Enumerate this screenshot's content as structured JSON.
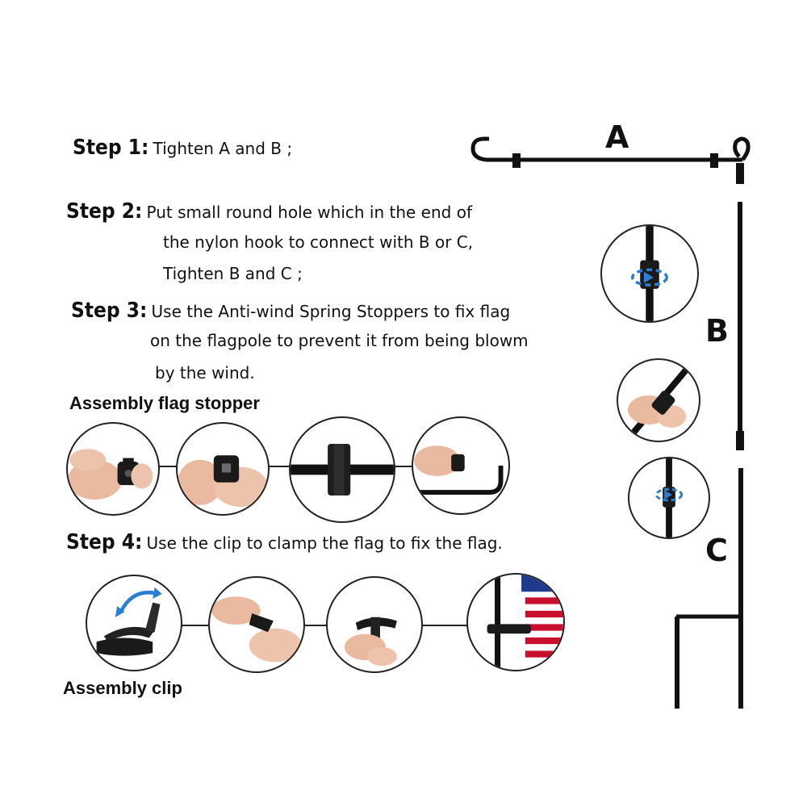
{
  "steps": [
    {
      "title": "Step 1:",
      "lines": [
        "Tighten A and B ;"
      ]
    },
    {
      "title": "Step 2:",
      "lines": [
        "Put small round hole which in the end of",
        "the nylon hook to connect with B or C,",
        "Tighten B and C ;"
      ]
    },
    {
      "title": "Step 3:",
      "lines": [
        "Use the Anti-wind Spring Stoppers to fix flag",
        "on the flagpole to prevent it from being blowm",
        "by the wind."
      ]
    },
    {
      "title": "Step 4:",
      "lines": [
        "Use the clip to clamp the flag to fix the flag."
      ]
    }
  ],
  "headings": {
    "stopper": "Assembly flag stopper",
    "clip": "Assembly clip"
  },
  "parts": {
    "a": "A",
    "b": "B",
    "c": "C"
  },
  "colors": {
    "pole": "#111111",
    "accent": "#2a7fd4",
    "skin": "#e9b9a0"
  },
  "icons": [
    "hand-with-stopper",
    "stopper-closeup",
    "stopper-on-pole",
    "hand-hooking-stopper",
    "clip-with-arrow",
    "hands-opening-clip",
    "hand-holding-clip",
    "clip-on-flag",
    "pole-joint-rotate",
    "hand-tightening-joint"
  ]
}
